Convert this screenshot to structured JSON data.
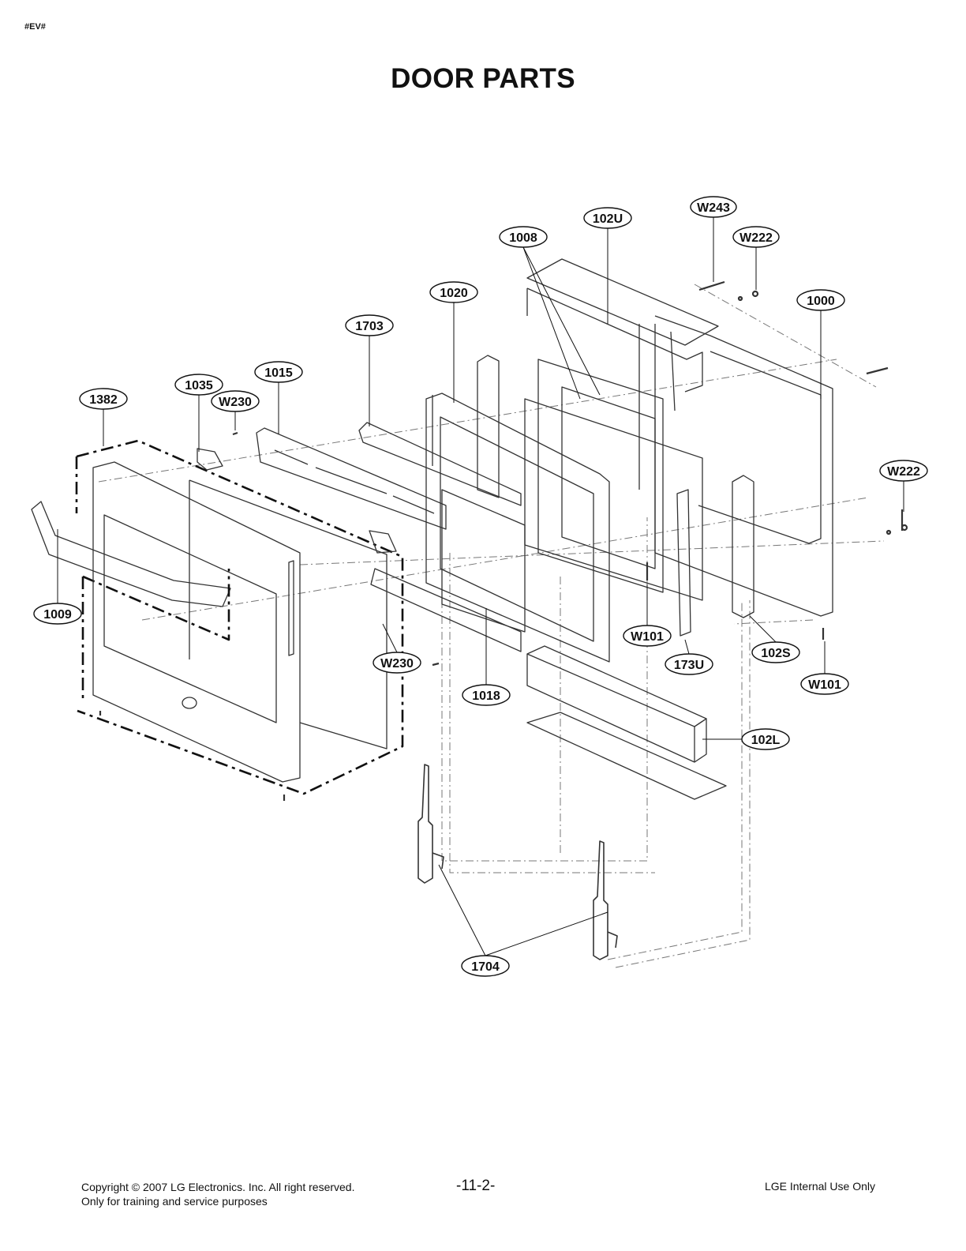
{
  "header": {
    "code": "#EV#",
    "title": "DOOR PARTS"
  },
  "part_labels": {
    "w243": "W243",
    "p102u": "102U",
    "w222_top": "W222",
    "p1008": "1008",
    "p1020": "1020",
    "p1000": "1000",
    "p1703": "1703",
    "p1035": "1035",
    "p1015": "1015",
    "p1382": "1382",
    "w230_top": "W230",
    "w222_right": "W222",
    "p1009": "1009",
    "w101_mid": "W101",
    "w230_bottom": "W230",
    "p173u": "173U",
    "p102s": "102S",
    "w101_right": "W101",
    "p1018": "1018",
    "p102l": "102L",
    "p1704": "1704"
  },
  "footer": {
    "copyright": "Copyright © 2007 LG Electronics. Inc. All right reserved.",
    "usage_note": "Only for training and service purposes",
    "page_number": "-11-2-",
    "internal_note": "LGE Internal Use Only"
  }
}
